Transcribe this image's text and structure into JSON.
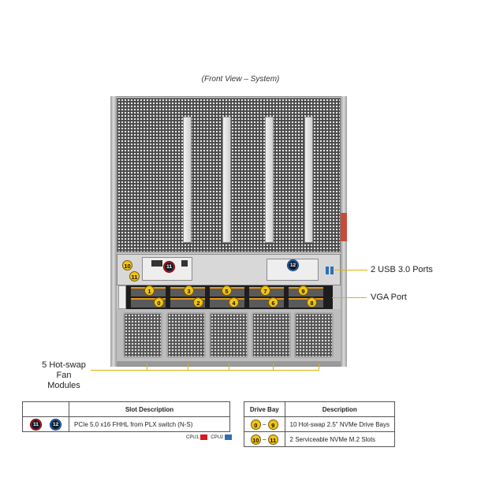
{
  "caption": "(Front View – System)",
  "callouts": {
    "usb": "2 USB 3.0 Ports",
    "vga": "VGA Port",
    "fans_line1": "5 Hot-swap",
    "fans_line2": "Fan Modules"
  },
  "bays": {
    "top": [
      "1",
      "3",
      "5",
      "7",
      "9"
    ],
    "bottom": [
      "0",
      "2",
      "4",
      "6",
      "8"
    ],
    "m2": [
      "10",
      "11"
    ]
  },
  "pcie_slots": [
    "11",
    "12"
  ],
  "slot_table": {
    "header": "Slot Description",
    "row": {
      "slots": [
        "11",
        "12"
      ],
      "description": "PCIe 5.0 x16 FHHL from PLX switch (N-S)"
    }
  },
  "cpu_legend": {
    "cpu1": "CPU1",
    "cpu2": "CPU2",
    "cpu1_color": "#d71920",
    "cpu2_color": "#2f6db5"
  },
  "drive_table": {
    "headers": [
      "Drive Bay",
      "Description"
    ],
    "rows": [
      {
        "from": "0",
        "dash": "–",
        "to": "9",
        "description": "10 Hot-swap 2.5\" NVMe Drive Bays"
      },
      {
        "from": "10",
        "dash": "–",
        "to": "11",
        "description": "2 Serviceable NVMe M.2 Slots"
      }
    ]
  },
  "colors": {
    "badge_yellow": "#f0c419",
    "callout_line": "#e0b400"
  }
}
